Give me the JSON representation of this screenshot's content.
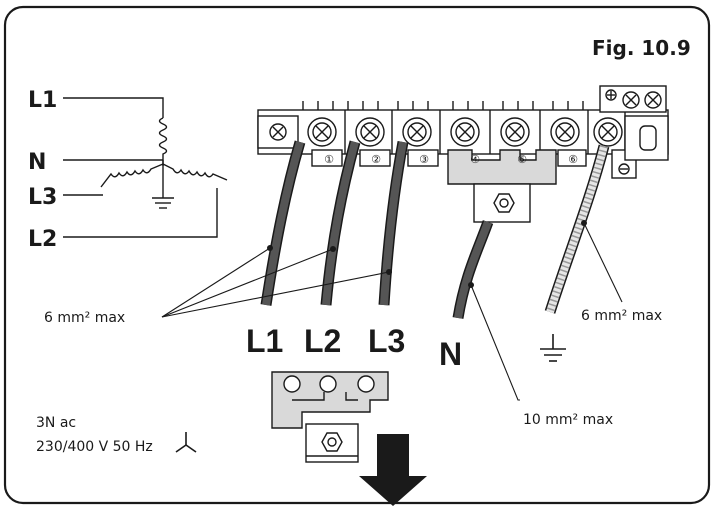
{
  "figure_label": "Fig. 10.9",
  "star_diagram": {
    "labels": [
      "L1",
      "N",
      "L3",
      "L2"
    ]
  },
  "block_numbers": [
    "①",
    "②",
    "③",
    "④",
    "⑤",
    "⑥"
  ],
  "terminal_labels": [
    "L1",
    "L2",
    "L3",
    "N"
  ],
  "annotations": {
    "phase_cable": "6 mm² max",
    "earth_cable": "6 mm² max",
    "neutral_cable": "10 mm² max"
  },
  "supply": {
    "line1": "3N ac",
    "line2": "230/400 V 50 Hz"
  },
  "colors": {
    "stroke": "#1a1a1a",
    "cable": "#555555",
    "bridge": "#d9d9d9",
    "earth_cable": "#e6e6e6"
  }
}
